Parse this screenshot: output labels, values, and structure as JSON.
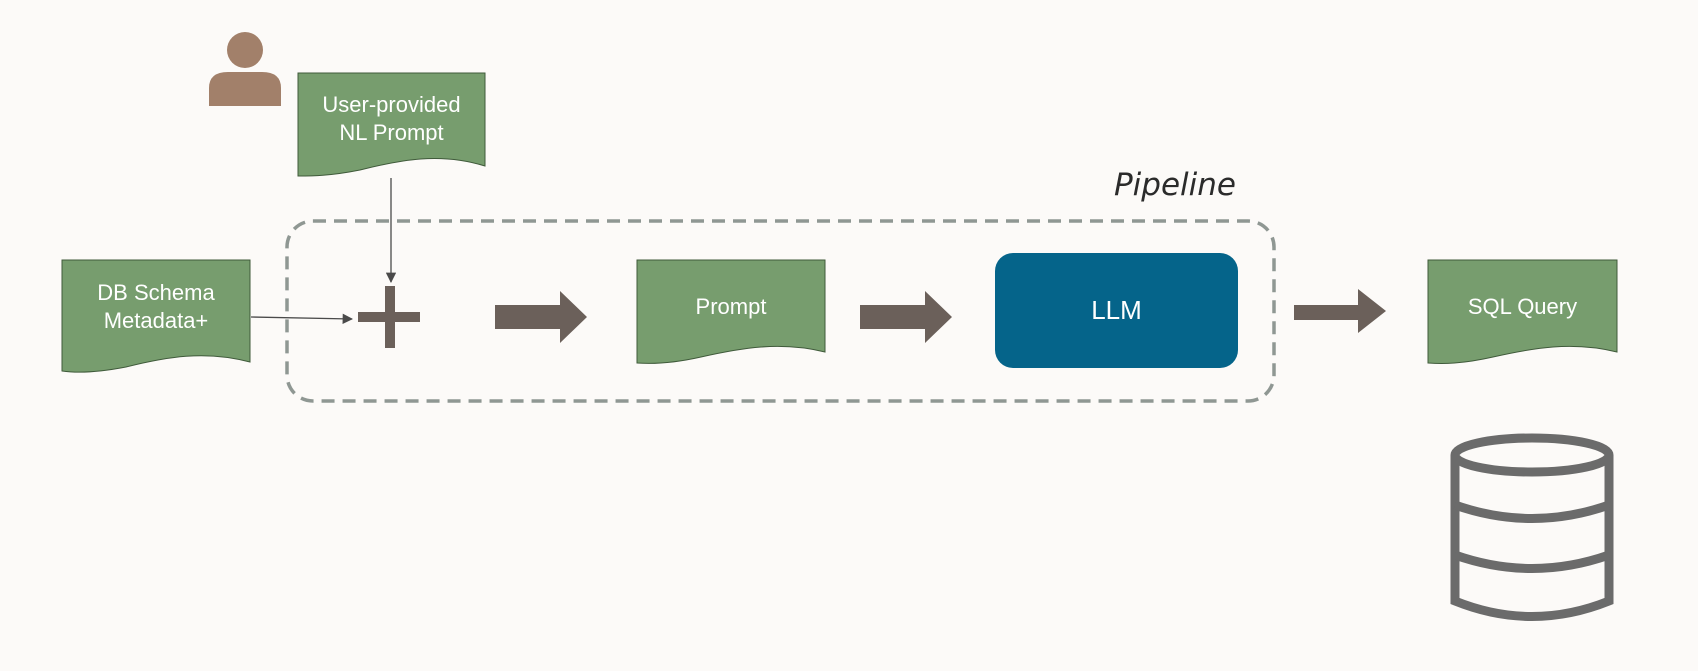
{
  "diagram": {
    "pipeline_label": "Pipeline",
    "nodes": {
      "user_prompt": {
        "label": "User-provided\nNL Prompt"
      },
      "db_schema": {
        "label": "DB Schema\nMetadata+"
      },
      "prompt": {
        "label": "Prompt"
      },
      "llm": {
        "label": "LLM"
      },
      "sql_query": {
        "label": "SQL Query"
      }
    },
    "icons": {
      "user": "user-icon",
      "combine": "plus-icon",
      "database": "database-icon"
    },
    "colors": {
      "document_fill": "#779d6e",
      "llm_fill": "#05648a",
      "arrow": "#6b605a",
      "connector": "#4a4a4a",
      "user_icon": "#a2806a",
      "database_icon": "#6b6b6b",
      "pipeline_border": "#8f9793",
      "background": "#fcfaf8"
    }
  }
}
